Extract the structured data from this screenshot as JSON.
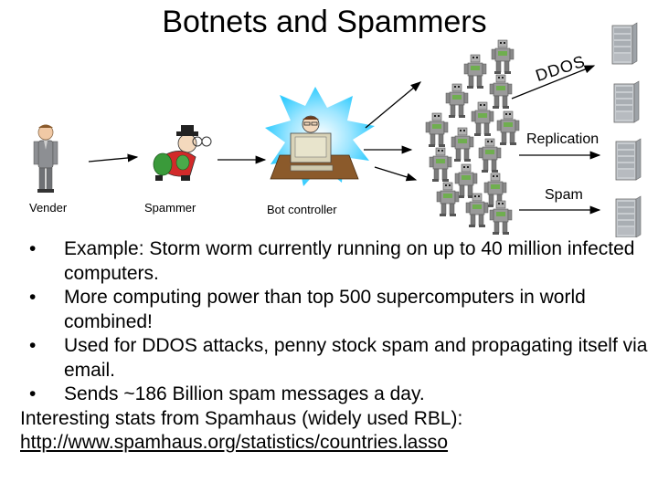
{
  "title": "Botnets and Spammers",
  "diagram": {
    "vender_label": "Vender",
    "spammer_label": "Spammer",
    "bot_controller_label": "Bot controller",
    "ddos_label": "DDOS",
    "replication_label": "Replication",
    "spam_label": "Spam"
  },
  "bullets": [
    "Example: Storm worm currently running on up to 40 million infected computers.",
    "More computing power than top 500 supercomputers in world combined!",
    "Used for DDOS attacks, penny stock spam and propagating itself via email.",
    "Sends ~186 Billion spam messages a day."
  ],
  "bullet_glyph": "•",
  "footer_text": "Interesting stats from Spamhaus (widely used RBL):",
  "footer_link": "http://www.spamhaus.org/statistics/countries.lasso",
  "colors": {
    "burst": "#33ccff",
    "desk": "#8b5a2b",
    "robot": "#9a9a9a",
    "server": "#c8ccd0"
  }
}
